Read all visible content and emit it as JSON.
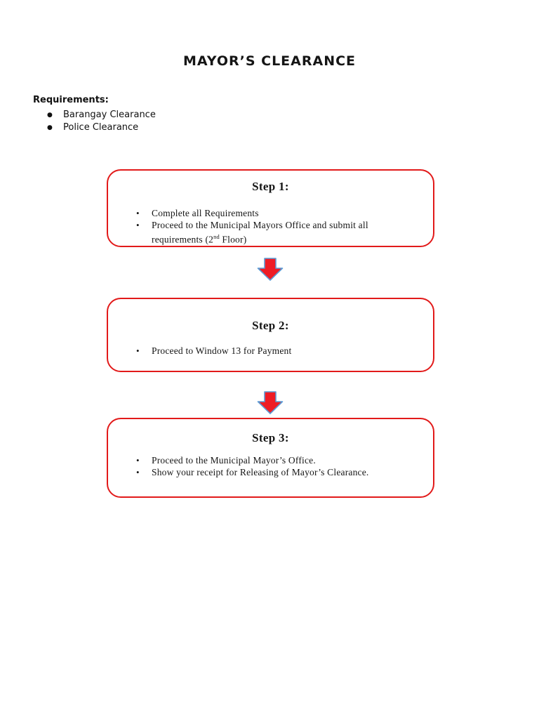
{
  "document": {
    "title": "MAYOR’S CLEARANCE"
  },
  "requirements": {
    "heading": "Requirements:",
    "items": [
      {
        "label": "Barangay Clearance"
      },
      {
        "label": "Police Clearance"
      }
    ]
  },
  "flowchart": {
    "steps": [
      {
        "heading": "Step 1:",
        "bullets": [
          {
            "text": "Complete all Requirements"
          },
          {
            "pre": "Proceed to the Municipal Mayors Office and submit all requirements (2",
            "sup": "nd",
            "post": " Floor)"
          }
        ]
      },
      {
        "heading": "Step 2:",
        "bullets": [
          {
            "text": "Proceed to Window 13 for Payment"
          }
        ]
      },
      {
        "heading": "Step 3:",
        "bullets": [
          {
            "text": "Proceed to the Municipal Mayor’s Office."
          },
          {
            "text": "Show your receipt for Releasing of Mayor’s Clearance."
          }
        ]
      }
    ],
    "arrow_icon": "down-arrow"
  },
  "colors": {
    "background": "#FFFFFF",
    "text": "#111111",
    "box_border": "#E21A1A",
    "arrow_fill": "#EE1C25",
    "arrow_stroke": "#5B9BD5"
  }
}
